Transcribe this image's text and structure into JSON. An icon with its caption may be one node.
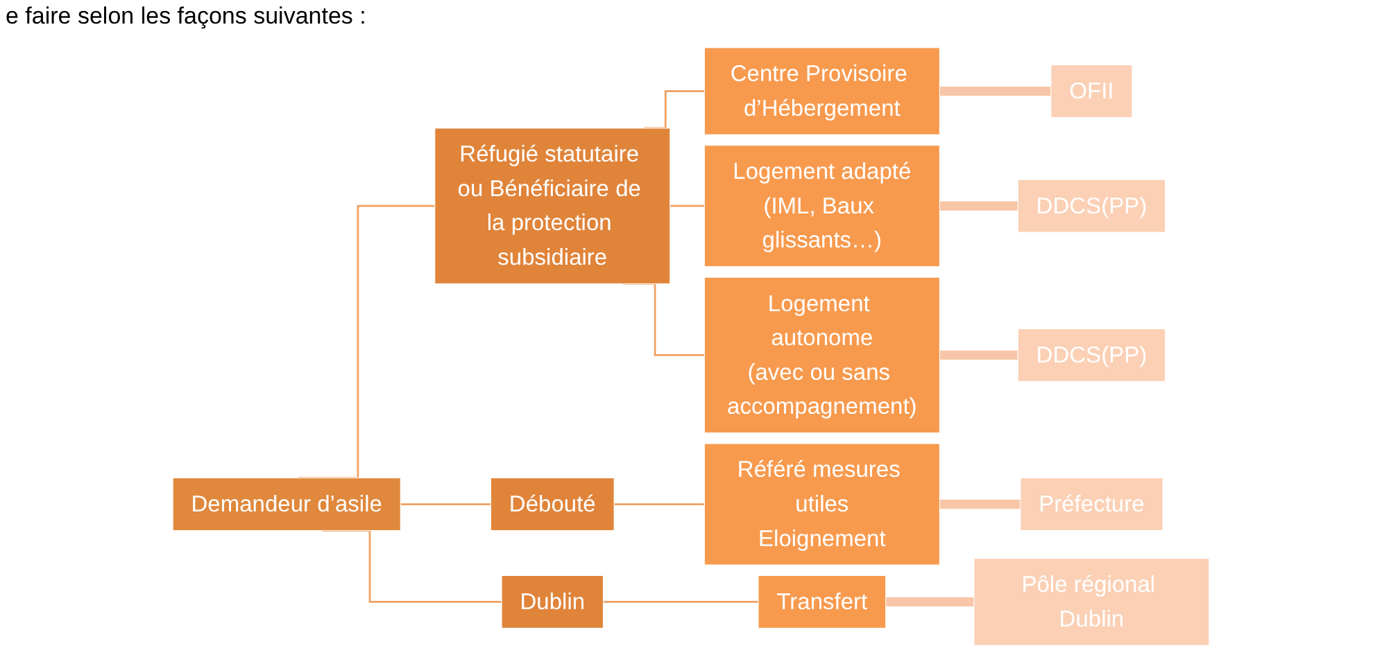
{
  "diagram": {
    "nodes": [
      {
        "text": [
          "Demandeur d’asile"
        ]
      },
      {
        "text": [
          "Réfugié statutaire ou Bénéficiaire de la protection subsidiaire"
        ]
      },
      {
        "text": [
          "Débouté"
        ]
      },
      {
        "text": [
          "Dublin"
        ]
      },
      {
        "text": [
          "Centre Provisoire d’Hébergement"
        ]
      },
      {
        "text": [
          "Logement adapté",
          "(IML, Baux glissants…)"
        ]
      },
      {
        "text": [
          "Logement autonome",
          "(avec ou sans accompagnement)"
        ]
      },
      {
        "text": [
          "Référé mesures utiles",
          "Eloignement"
        ]
      },
      {
        "text": [
          "Transfert"
        ]
      },
      {
        "text": [
          "OFII"
        ]
      },
      {
        "text": [
          "DDCS(PP)"
        ]
      },
      {
        "text": [
          "DDCS(PP)"
        ]
      },
      {
        "text": [
          "Préfecture"
        ]
      },
      {
        "text": [
          "Pôle régional Dublin"
        ]
      }
    ],
    "edges": [
      {
        "from": 0,
        "to": 1,
        "arrow": "none"
      },
      {
        "from": 0,
        "to": 2,
        "arrow": "none"
      },
      {
        "from": 0,
        "to": 3,
        "arrow": "none"
      },
      {
        "from": 1,
        "to": 4,
        "arrow": "none"
      },
      {
        "from": 1,
        "to": 5,
        "arrow": "none"
      },
      {
        "from": 1,
        "to": 6,
        "arrow": "none"
      },
      {
        "from": 2,
        "to": 7,
        "arrow": "none"
      },
      {
        "from": 3,
        "to": 8,
        "arrow": "none"
      },
      {
        "from": 4,
        "to": 9,
        "arrow": "none",
        "style": "thick",
        "color": "#f8c6a6"
      },
      {
        "from": 5,
        "to": 10,
        "arrow": "none",
        "style": "thick",
        "color": "#f8c6a6"
      },
      {
        "from": 6,
        "to": 11,
        "arrow": "none",
        "style": "thick",
        "color": "#f8c6a6"
      },
      {
        "from": 7,
        "to": 12,
        "arrow": "none",
        "style": "thick",
        "color": "#f8c6a6"
      },
      {
        "from": 8,
        "to": 13,
        "arrow": "none",
        "style": "thick",
        "color": "#f8c6a6"
      }
    ],
    "labels": [
      "e faire selon les façons suivantes :"
    ]
  }
}
